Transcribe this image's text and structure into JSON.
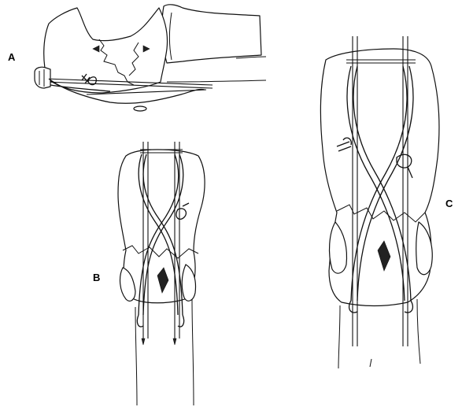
{
  "figure": {
    "panels": [
      {
        "id": "A",
        "label": "A"
      },
      {
        "id": "B",
        "label": "B"
      },
      {
        "id": "C",
        "label": "C"
      }
    ]
  }
}
